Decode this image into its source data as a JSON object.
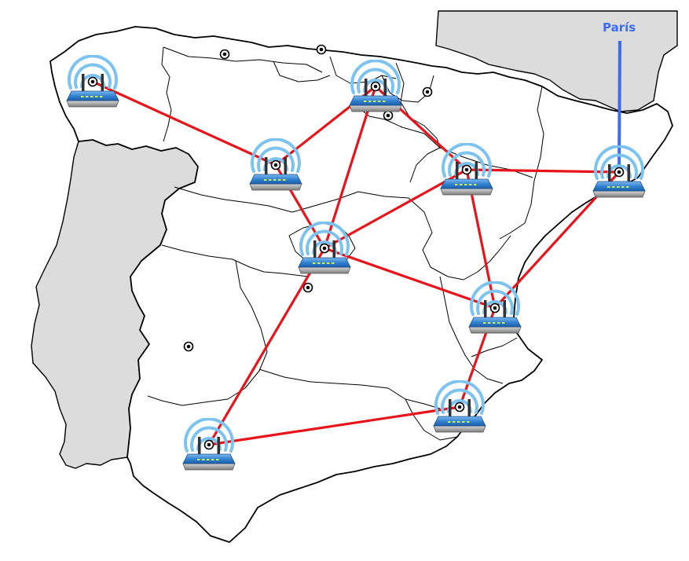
{
  "map": {
    "external_link_label": "París",
    "colors": {
      "link": "#e8141b",
      "external_link": "#3d6cf0",
      "land": "#ffffff",
      "neighbouring_land": "#dcdcdc",
      "router_body": "#2f7fcf",
      "router_base": "#9a9a9a",
      "signal_waves": "#7cc3f0",
      "router_leds": "#c8f05a"
    },
    "router_icon": "wifi-router-icon",
    "city_marker_icon": "city-dot-icon",
    "nodes": [
      {
        "id": "galicia"
      },
      {
        "id": "castilla-leon"
      },
      {
        "id": "pais-vasco"
      },
      {
        "id": "aragon"
      },
      {
        "id": "cataluna"
      },
      {
        "id": "madrid"
      },
      {
        "id": "valencia"
      },
      {
        "id": "murcia"
      },
      {
        "id": "andalucia"
      }
    ],
    "links": [
      {
        "from": "galicia",
        "to": "castilla-leon"
      },
      {
        "from": "castilla-leon",
        "to": "pais-vasco"
      },
      {
        "from": "castilla-leon",
        "to": "madrid"
      },
      {
        "from": "pais-vasco",
        "to": "madrid"
      },
      {
        "from": "pais-vasco",
        "to": "aragon"
      },
      {
        "from": "aragon",
        "to": "madrid"
      },
      {
        "from": "aragon",
        "to": "cataluna"
      },
      {
        "from": "aragon",
        "to": "valencia"
      },
      {
        "from": "cataluna",
        "to": "valencia"
      },
      {
        "from": "madrid",
        "to": "valencia"
      },
      {
        "from": "madrid",
        "to": "andalucia"
      },
      {
        "from": "valencia",
        "to": "murcia"
      },
      {
        "from": "murcia",
        "to": "andalucia"
      }
    ],
    "external_links": [
      {
        "from": "cataluna",
        "to": "París"
      }
    ]
  }
}
